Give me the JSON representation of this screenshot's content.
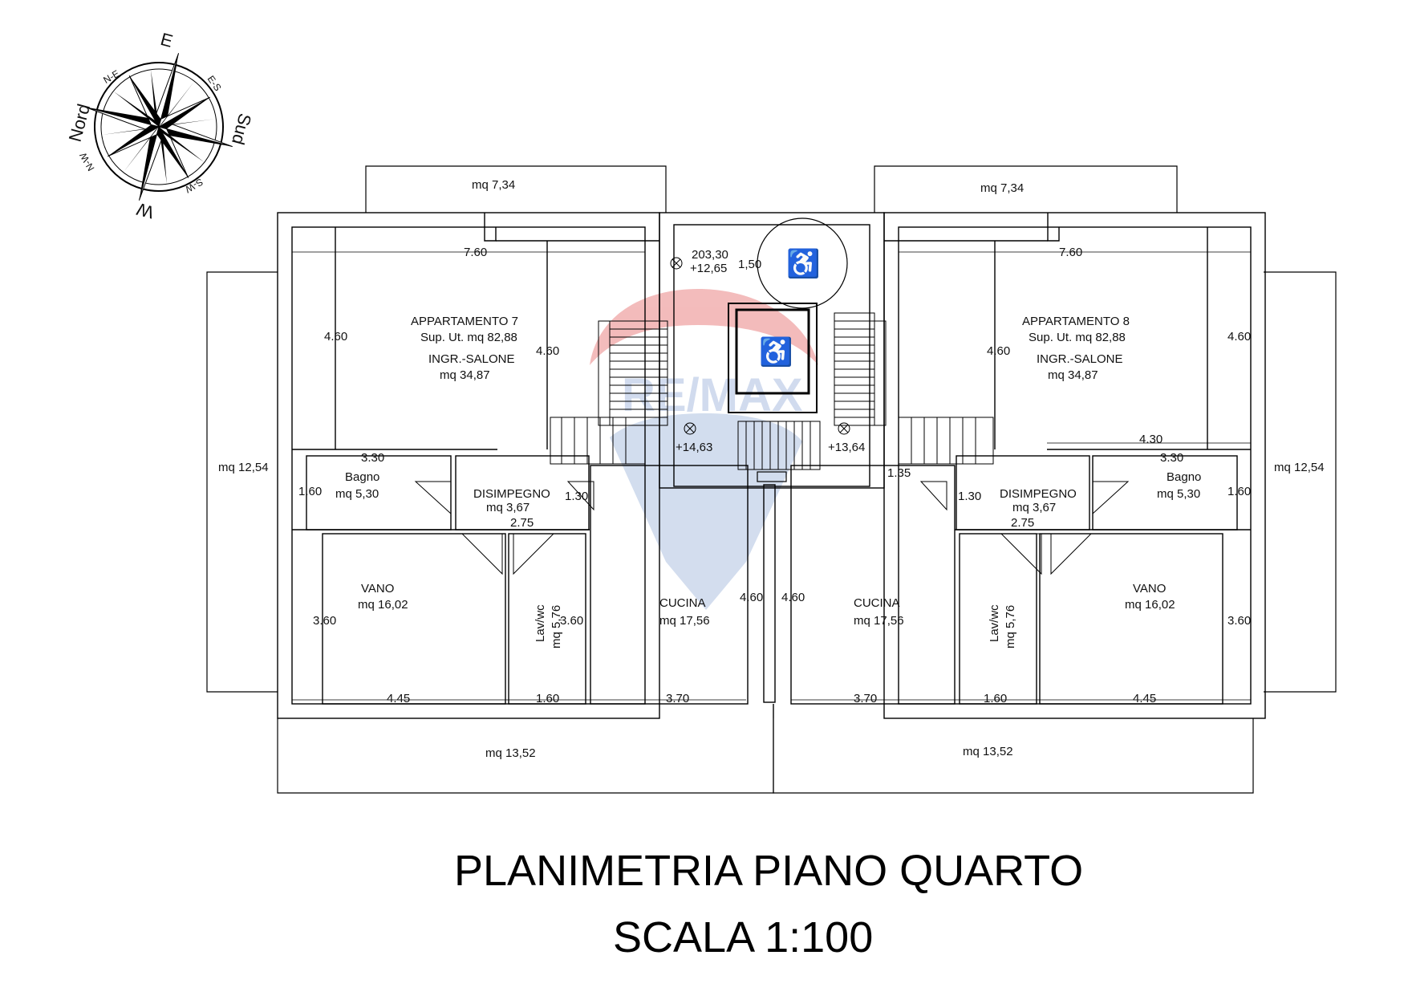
{
  "compass": {
    "n": "Nord",
    "ne": "N-E",
    "e": "E",
    "es": "E-S",
    "s": "Sud",
    "sw": "S-W",
    "w": "W",
    "nw": "N-W"
  },
  "watermark": {
    "brand": "RE/MAX"
  },
  "balconies": {
    "top_left": "mq 7,34",
    "top_right": "mq 7,34",
    "side_left": "mq 12,54",
    "side_right": "mq 12,54",
    "bottom_left": "mq 13,52",
    "bottom_right": "mq 13,52"
  },
  "stair": {
    "level_landing": "203,30",
    "level_upper": "+12,65",
    "landing_width": "1,50",
    "level_left": "+14,63",
    "level_right": "+13,64"
  },
  "apartments": {
    "a7": {
      "name": "APPARTAMENTO 7",
      "sup": "Sup. Ut. mq 82,88",
      "salone": "INGR.-SALONE",
      "salone_area": "mq 34,87",
      "bagno": "Bagno",
      "bagno_area": "mq 5,30",
      "disimpegno": "DISIMPEGNO",
      "disimpegno_area": "mq 3,67",
      "vano": "VANO",
      "vano_area": "mq 16,02",
      "lav": "Lav/wc",
      "lav_area": "mq 5,76",
      "cucina": "CUCINA",
      "cucina_area": "mq 17,56"
    },
    "a8": {
      "name": "APPARTAMENTO 8",
      "sup": "Sup. Ut. mq 82,88",
      "salone": "INGR.-SALONE",
      "salone_area": "mq 34,87",
      "bagno": "Bagno",
      "bagno_area": "mq 5,30",
      "disimpegno": "DISIMPEGNO",
      "disimpegno_area": "mq 3,67",
      "vano": "VANO",
      "vano_area": "mq 16,02",
      "lav": "Lav/wc",
      "lav_area": "mq 5,76",
      "cucina": "CUCINA",
      "cucina_area": "mq 17,56"
    }
  },
  "dimensions": {
    "left": {
      "salone_w": "7.60",
      "salone_h": "4.60",
      "salone_h2": "4.60",
      "bagno_w": "3.30",
      "bagno_h": "1.60",
      "dis_h": "1.30",
      "dis_w": "2.75",
      "vano_h": "3.60",
      "lav_h": "3.60",
      "cucina_h": "4.60",
      "vano_w": "4.45",
      "lav_w": "1.60",
      "cucina_w": "3.70"
    },
    "right": {
      "salone_w": "7.60",
      "salone_h": "4.60",
      "salone_h2": "4.60",
      "corr_w": "4.30",
      "bagno_w": "3.30",
      "bagno_h": "1.60",
      "dis_h": "1.30",
      "dis_w": "2.75",
      "stair_gap": "1.35",
      "vano_h": "3.60",
      "cucina_h": "4.60",
      "vano_w": "4.45",
      "lav_w": "1.60",
      "cucina_w": "3.70"
    }
  },
  "title": {
    "line1": "PLANIMETRIA PIANO QUARTO",
    "line2": "SCALA 1:100"
  }
}
